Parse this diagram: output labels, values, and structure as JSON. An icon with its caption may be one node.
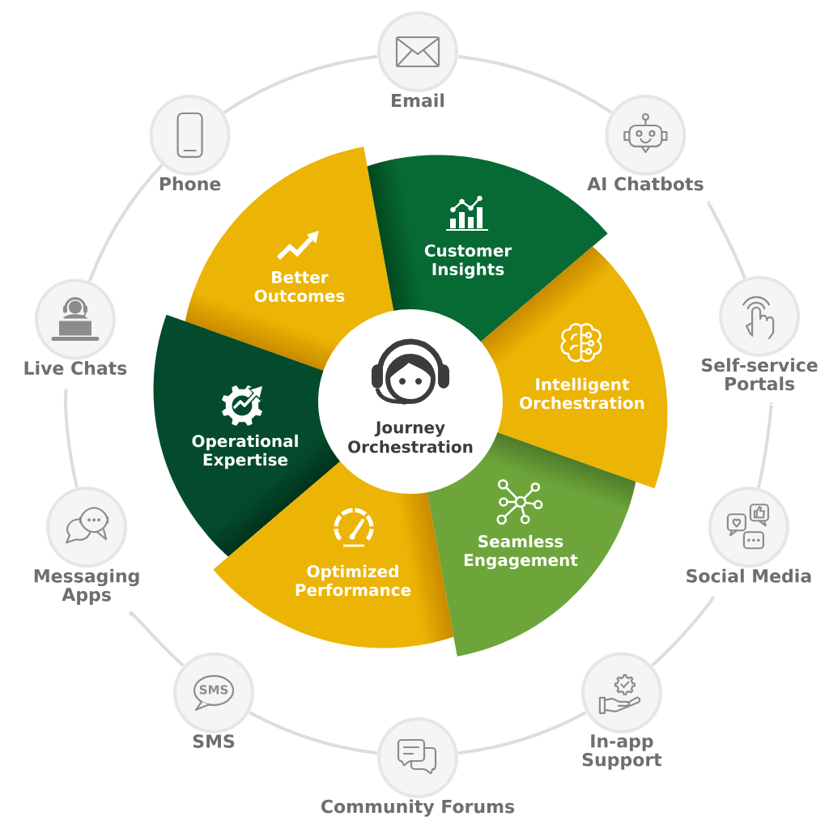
{
  "diagram": {
    "nodes": [
      {
        "text": [
          "Email"
        ]
      },
      {
        "text": [
          "Phone"
        ]
      },
      {
        "text": [
          "AI Chatbots"
        ]
      },
      {
        "text": [
          "Better Outcomes"
        ]
      },
      {
        "text": [
          "Customer Insights"
        ]
      },
      {
        "text": [
          "Live Chats"
        ]
      },
      {
        "text": [
          "Self-service Portals"
        ]
      },
      {
        "text": [
          "Intelligent Orchestration"
        ]
      },
      {
        "text": [
          "Operational Expertise"
        ]
      },
      {
        "text": [
          "Journey Orchestration"
        ]
      },
      {
        "text": [
          "Seamless Engagement"
        ]
      },
      {
        "text": [
          "Messaging Apps"
        ]
      },
      {
        "text": [
          "Social Media"
        ]
      },
      {
        "text": [
          "Optimized Performance"
        ]
      },
      {
        "text": [
          "SMS"
        ]
      },
      {
        "text": [
          "In-app Support"
        ]
      },
      {
        "text": [
          "Community Forums"
        ]
      }
    ],
    "edges": [
      {
        "from": 0,
        "to": 2,
        "arrow": "none"
      },
      {
        "from": 2,
        "to": 6,
        "arrow": "none"
      },
      {
        "from": 6,
        "to": 12,
        "arrow": "none"
      },
      {
        "from": 12,
        "to": 15,
        "arrow": "none"
      },
      {
        "from": 15,
        "to": 16,
        "arrow": "none"
      },
      {
        "from": 16,
        "to": 14,
        "arrow": "none"
      },
      {
        "from": 14,
        "to": 11,
        "arrow": "none"
      },
      {
        "from": 11,
        "to": 5,
        "arrow": "none"
      },
      {
        "from": 5,
        "to": 1,
        "arrow": "none"
      },
      {
        "from": 1,
        "to": 0,
        "arrow": "none"
      }
    ],
    "labels": [
      "SMS"
    ]
  }
}
